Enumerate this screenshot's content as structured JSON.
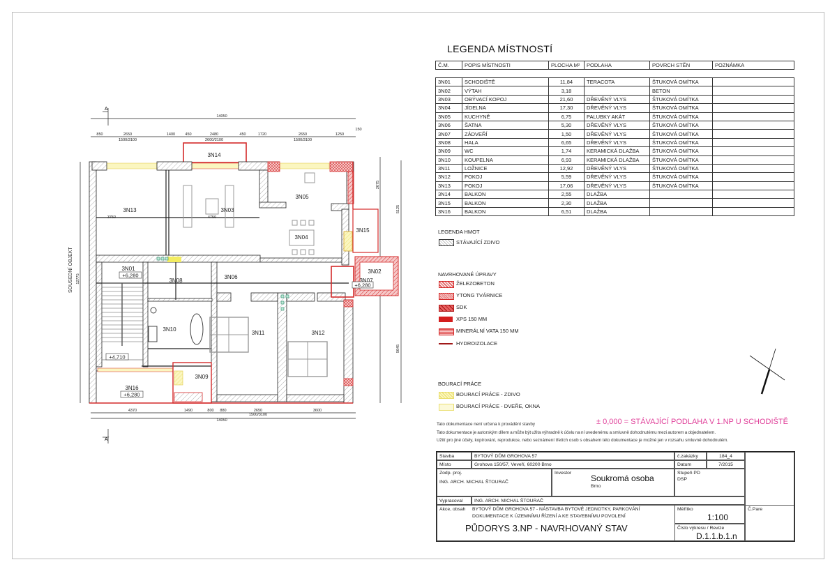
{
  "legend": {
    "title": "LEGENDA MÍSTNOSTÍ",
    "headers": [
      "Č.M.",
      "POPIS MÍSTNOSTI",
      "PLOCHA M²",
      "PODLAHA",
      "POVRCH STĚN",
      "POZNÁMKA"
    ],
    "rows": [
      [
        "3N01",
        "SCHODIŠTĚ",
        "11,84",
        "TERACOTA",
        "ŠTUKOVÁ OMÍTKA",
        ""
      ],
      [
        "3N02",
        "VÝTAH",
        "3,18",
        "",
        "BETON",
        ""
      ],
      [
        "3N03",
        "OBÝVACÍ KOPOJ",
        "21,60",
        "DŘEVĚNÝ  VLYS",
        "ŠTUKOVÁ OMÍTKA",
        ""
      ],
      [
        "3N04",
        "JÍDELNA",
        "17,30",
        "DŘEVĚNÝ  VLYS",
        "ŠTUKOVÁ OMÍTKA",
        ""
      ],
      [
        "3N05",
        "KUCHYNĚ",
        "6,75",
        "PALUBKY  AKÁT",
        "ŠTUKOVÁ OMÍTKA",
        ""
      ],
      [
        "3N06",
        "ŠATNA",
        "5,30",
        "DŘEVĚNÝ  VLYS",
        "ŠTUKOVÁ OMÍTKA",
        ""
      ],
      [
        "3N07",
        "ZÁDVEŘÍ",
        "1,50",
        "DŘEVĚNÝ  VLYS",
        "ŠTUKOVÁ OMÍTKA",
        ""
      ],
      [
        "3N08",
        "HALA",
        "6,65",
        "DŘEVĚNÝ  VLYS",
        "ŠTUKOVÁ OMÍTKA",
        ""
      ],
      [
        "3N09",
        "WC",
        "1,74",
        "KERAMICKÁ DLAŽBA",
        "ŠTUKOVÁ OMÍTKA",
        ""
      ],
      [
        "3N10",
        "KOUPELNA",
        "6,93",
        "KERAMICKÁ DLAŽBA",
        "ŠTUKOVÁ OMÍTKA",
        ""
      ],
      [
        "3N11",
        "LOŽNICE",
        "12,92",
        "DŘEVĚNÝ  VLYS",
        "ŠTUKOVÁ OMÍTKA",
        ""
      ],
      [
        "3N12",
        "POKOJ",
        "5,59",
        "DŘEVĚNÝ  VLYS",
        "ŠTUKOVÁ OMÍTKA",
        ""
      ],
      [
        "3N13",
        "POKOJ",
        "17,06",
        "DŘEVĚNÝ  VLYS",
        "ŠTUKOVÁ OMÍTKA",
        ""
      ],
      [
        "3N14",
        "BALKON",
        "2,55",
        "DLAŽBA",
        "",
        ""
      ],
      [
        "3N15",
        "BALKON",
        "2,30",
        "DLAŽBA",
        "",
        ""
      ],
      [
        "3N16",
        "BALKON",
        "6,51",
        "DLAŽBA",
        "",
        ""
      ]
    ]
  },
  "hmot": {
    "title": "LEGENDA HMOT",
    "items": [
      "STÁVAJÍCÍ ZDIVO"
    ]
  },
  "upravy": {
    "title": "NAVRHOVANÉ ÚPRAVY",
    "items": [
      "ŽELEZOBETON",
      "YTONG TVÁRNICE",
      "SDK",
      "XPS 150 MM",
      "MINERÁLNÍ VATA 150 MM",
      "HYDROIZOLACE"
    ]
  },
  "bourani": {
    "title": "BOURACÍ PRÁCE",
    "items": [
      "BOURACÍ PRÁCE - ZDIVO",
      "BOURACÍ PRÁCE - DVEŘE, OKNA"
    ]
  },
  "colors": {
    "accent_pink": "#e0409a",
    "red": "#d42a2a",
    "yellow": "#f5ec8a"
  },
  "notes": {
    "level": "± 0,000 = STÁVAJÍCÍ PODLAHA V 1.NP U SCHODIŠTĚ",
    "line1": "Tato dokumentace není určena k provádění stavby",
    "line2": "Tato  dokumentace  je  autorským  dílem  a  může  být  užita  výhradně  k  účelu  na  ní  uvedenému  a  smluvně  dohodnutému    mezi  autorem  a  objednatelem.",
    "line3": "Užití pro jiné účely, kopírování, reprodukce, nebo seznámení  třetích  osob s  obsahem  této  dokumentace  je možné jen v rozsahu smluvně dohodnutém."
  },
  "titleblock": {
    "stavba_label": "Stavba",
    "stavba": "BYTOVÝ DŮM GROHOVA 57",
    "misto_label": "Místo",
    "misto": "Grohova 150/57, Veveří, 60200 Brno",
    "zakazka_label": "č.zakázky",
    "zakazka": "184_4",
    "datum_label": "Datum",
    "datum": "7/2015",
    "zodp_label": "Zodp. proj.",
    "zodp": "ING. ARCH. MICHAL ŠTOURAČ",
    "investor_label": "Investor",
    "investor": "Soukromá osoba",
    "investor_city": "Brno",
    "stupen_label": "Stupeň PD",
    "stupen": "DSP",
    "vypracoval_label": "Vypracoval",
    "vypracoval": "ING. ARCH. MICHAL ŠTOURAČ",
    "akce_label": "Akce, obsah",
    "akce1": "BYTOVÝ DŮM GROHOVA 57 - NÁSTAVBA BYTOVÉ JEDNOTKY,  PARKOVÁNÍ",
    "akce2": "DOKUMENTACE K ÚZEMNÍMU ŘÍZENÍ A KE STAVEBNÍMU  POVOLENÍ",
    "drawing_title": "PŮDORYS 3.NP  - NAVRHOVANÝ STAV",
    "meritko_label": "Měřítko",
    "meritko": "1:100",
    "cislo_label": "Číslo výkresu / Revize",
    "cislo": "D.1.1.b.1.n",
    "pare_label": "Č.Pare"
  },
  "plan": {
    "neighbor": "SOUSEDNÍ OBJEKT",
    "section_top": "A",
    "section_bottom": "A´",
    "rooms": {
      "r13": "3N13",
      "r03": "3N03",
      "r05": "3N05",
      "r04": "3N04",
      "r14": "3N14",
      "r15": "3N15",
      "r01": "3N01",
      "r08": "3N08",
      "r06": "3N06",
      "r07": "3N07",
      "r02": "3N02",
      "r10": "3N10",
      "r11": "3N11",
      "r12": "3N12",
      "r09": "3N09",
      "r16": "3N16"
    },
    "levels": {
      "l01": "+6,280",
      "l07": "+6,280",
      "l16": "+6,280",
      "stair": "+4,710"
    },
    "dims": {
      "top_total": "14050",
      "t1": "850",
      "t2": "2650",
      "t3": "1400",
      "t4": "450",
      "t5": "2480",
      "t6": "450",
      "t7": "1720",
      "t8": "2650",
      "t9": "1250",
      "t10": "150",
      "t2s": "1500/3100",
      "t5s": "2600/2100",
      "t8s": "1500/3100",
      "b1": "4370",
      "b2": "1490",
      "b3": "800",
      "b4": "880",
      "b5": "2650",
      "b6": "3600",
      "b5s": "1500/3100",
      "bottom_total": "14050",
      "left_total": "12775",
      "right1": "5125",
      "right2": "5645",
      "right3": "2675",
      "d13": "3750",
      "d03": "4750"
    }
  }
}
